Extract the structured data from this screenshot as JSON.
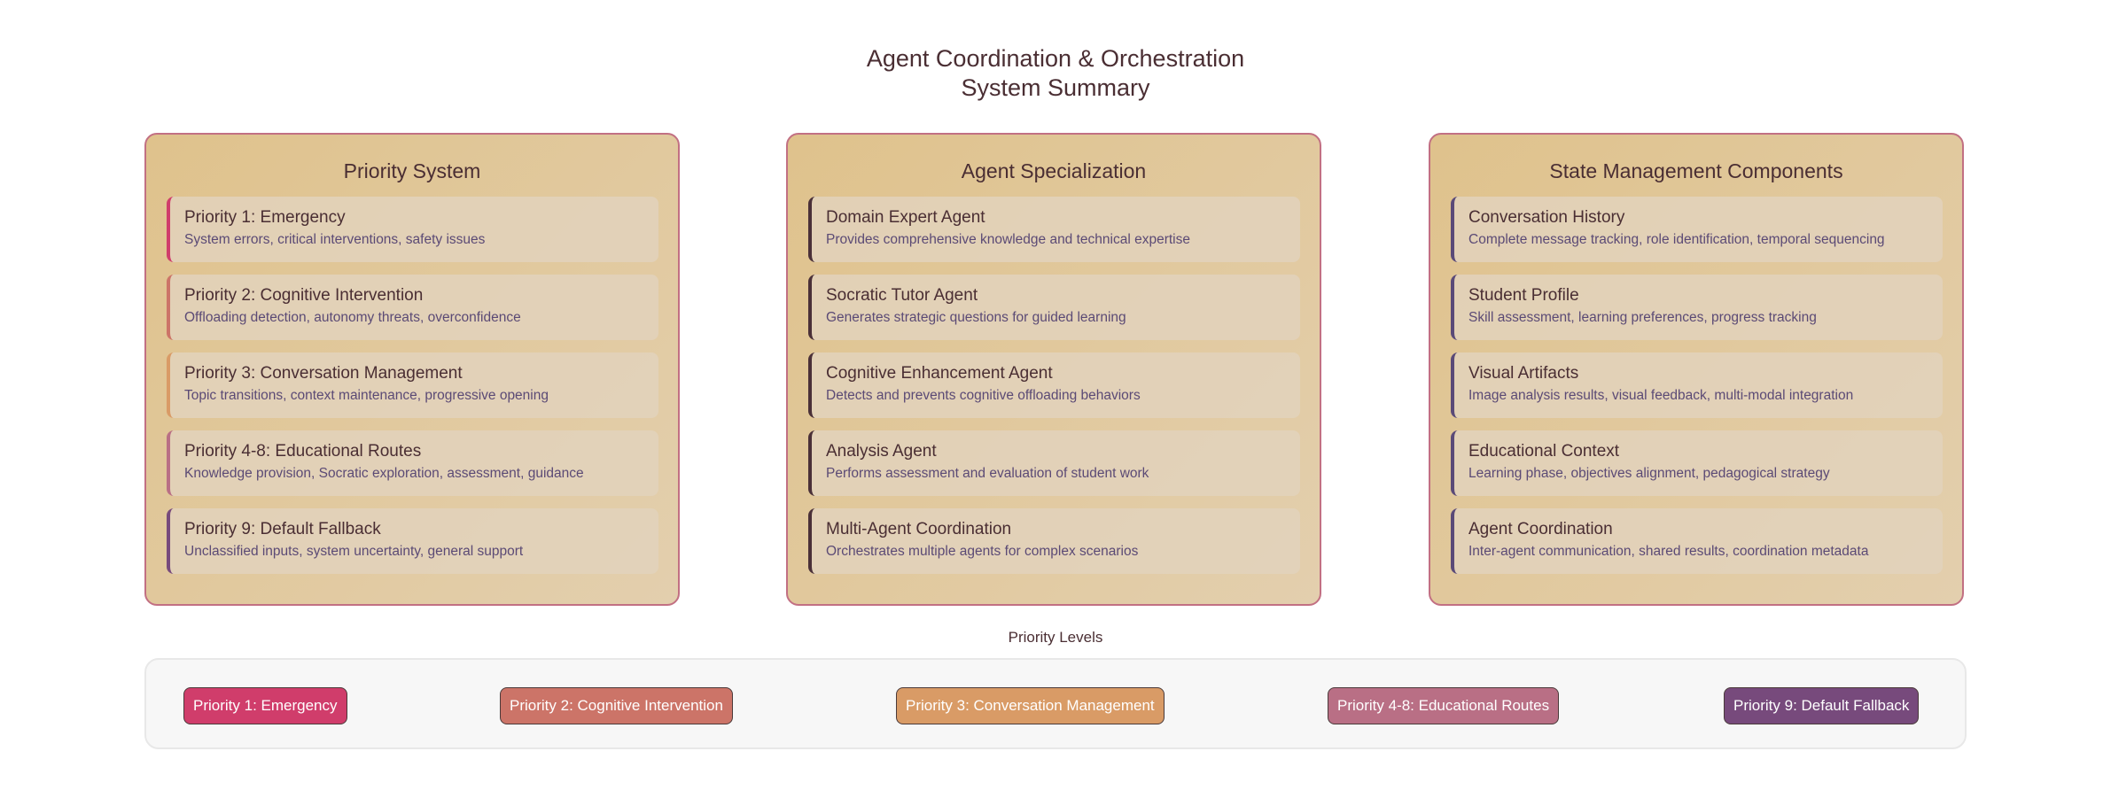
{
  "title": {
    "line1": "Agent Coordination & Orchestration",
    "line2": "System Summary"
  },
  "panels": [
    {
      "title": "Priority System",
      "items": [
        {
          "title": "Priority 1: Emergency",
          "desc": "System errors, critical interventions, safety issues",
          "accent": "#d03d6b"
        },
        {
          "title": "Priority 2: Cognitive Intervention",
          "desc": "Offloading detection, autonomy threats, overconfidence",
          "accent": "#cc7468"
        },
        {
          "title": "Priority 3: Conversation Management",
          "desc": "Topic transitions, context maintenance, progressive opening",
          "accent": "#d99b66"
        },
        {
          "title": "Priority 4-8: Educational Routes",
          "desc": "Knowledge provision, Socratic exploration, assessment, guidance",
          "accent": "#b96f85"
        },
        {
          "title": "Priority 9: Default Fallback",
          "desc": "Unclassified inputs, system uncertainty, general support",
          "accent": "#774a7c"
        }
      ]
    },
    {
      "title": "Agent Specialization",
      "items": [
        {
          "title": "Domain Expert Agent",
          "desc": "Provides comprehensive knowledge and technical expertise",
          "accent": "#4a3038"
        },
        {
          "title": "Socratic Tutor Agent",
          "desc": "Generates strategic questions for guided learning",
          "accent": "#4a3038"
        },
        {
          "title": "Cognitive Enhancement Agent",
          "desc": "Detects and prevents cognitive offloading behaviors",
          "accent": "#4a3038"
        },
        {
          "title": "Analysis Agent",
          "desc": "Performs assessment and evaluation of student work",
          "accent": "#4a3038"
        },
        {
          "title": "Multi-Agent Coordination",
          "desc": "Orchestrates multiple agents for complex scenarios",
          "accent": "#4a3038"
        }
      ]
    },
    {
      "title": "State Management Components",
      "items": [
        {
          "title": "Conversation History",
          "desc": "Complete message tracking, role identification, temporal sequencing",
          "accent": "#5a4a78"
        },
        {
          "title": "Student Profile",
          "desc": "Skill assessment, learning preferences, progress tracking",
          "accent": "#5a4a78"
        },
        {
          "title": "Visual Artifacts",
          "desc": "Image analysis results, visual feedback, multi-modal integration",
          "accent": "#5a4a78"
        },
        {
          "title": "Educational Context",
          "desc": "Learning phase, objectives alignment, pedagogical strategy",
          "accent": "#5a4a78"
        },
        {
          "title": "Agent Coordination",
          "desc": "Inter-agent communication, shared results, coordination metadata",
          "accent": "#5a4a78"
        }
      ]
    }
  ],
  "legend": {
    "label": "Priority Levels",
    "badges": [
      {
        "label": "Priority 1: Emergency",
        "color": "#d03d6b"
      },
      {
        "label": "Priority 2: Cognitive Intervention",
        "color": "#cc7468"
      },
      {
        "label": "Priority 3: Conversation Management",
        "color": "#d99b66"
      },
      {
        "label": "Priority 4-8: Educational Routes",
        "color": "#b96f85"
      },
      {
        "label": "Priority 9: Default Fallback",
        "color": "#774a7c"
      }
    ]
  }
}
